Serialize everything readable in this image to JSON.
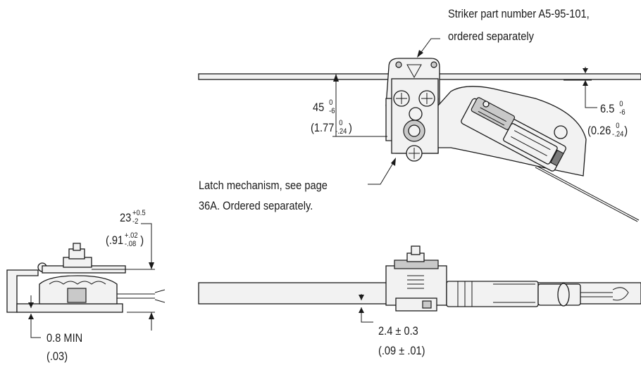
{
  "callouts": {
    "striker_line1": "Striker part number A5-95-101,",
    "striker_line2": "ordered separately",
    "latch_line1": "Latch mechanism, see page",
    "latch_line2": "36A.  Ordered separately."
  },
  "dimensions": {
    "d45": {
      "value": "45",
      "upper": "0",
      "lower": "-6",
      "alt_open": "(1.77",
      "alt_upper": "0",
      "alt_lower": "-.24",
      "alt_close": ")"
    },
    "d65": {
      "value": "6.5",
      "upper": "0",
      "lower": "-6",
      "alt_open": "(0.26",
      "alt_upper": "0",
      "alt_lower": "-.24",
      "alt_close": ")"
    },
    "d23": {
      "value": "23",
      "upper": "+0.5",
      "lower": "-2",
      "alt_open": "(.91",
      "alt_upper": "+.02",
      "alt_lower": "-.08",
      "alt_close": ")"
    },
    "d08": {
      "line1": "0.8 MIN",
      "line2": "(.03)"
    },
    "d24": {
      "line1": "2.4 ± 0.3",
      "line2": "(.09 ± .01)"
    }
  },
  "colors": {
    "line": "#1a1a1a",
    "light_fill": "#f2f2f2",
    "mid_fill": "#c9c9c9",
    "dark_fill": "#7a7a7a"
  }
}
